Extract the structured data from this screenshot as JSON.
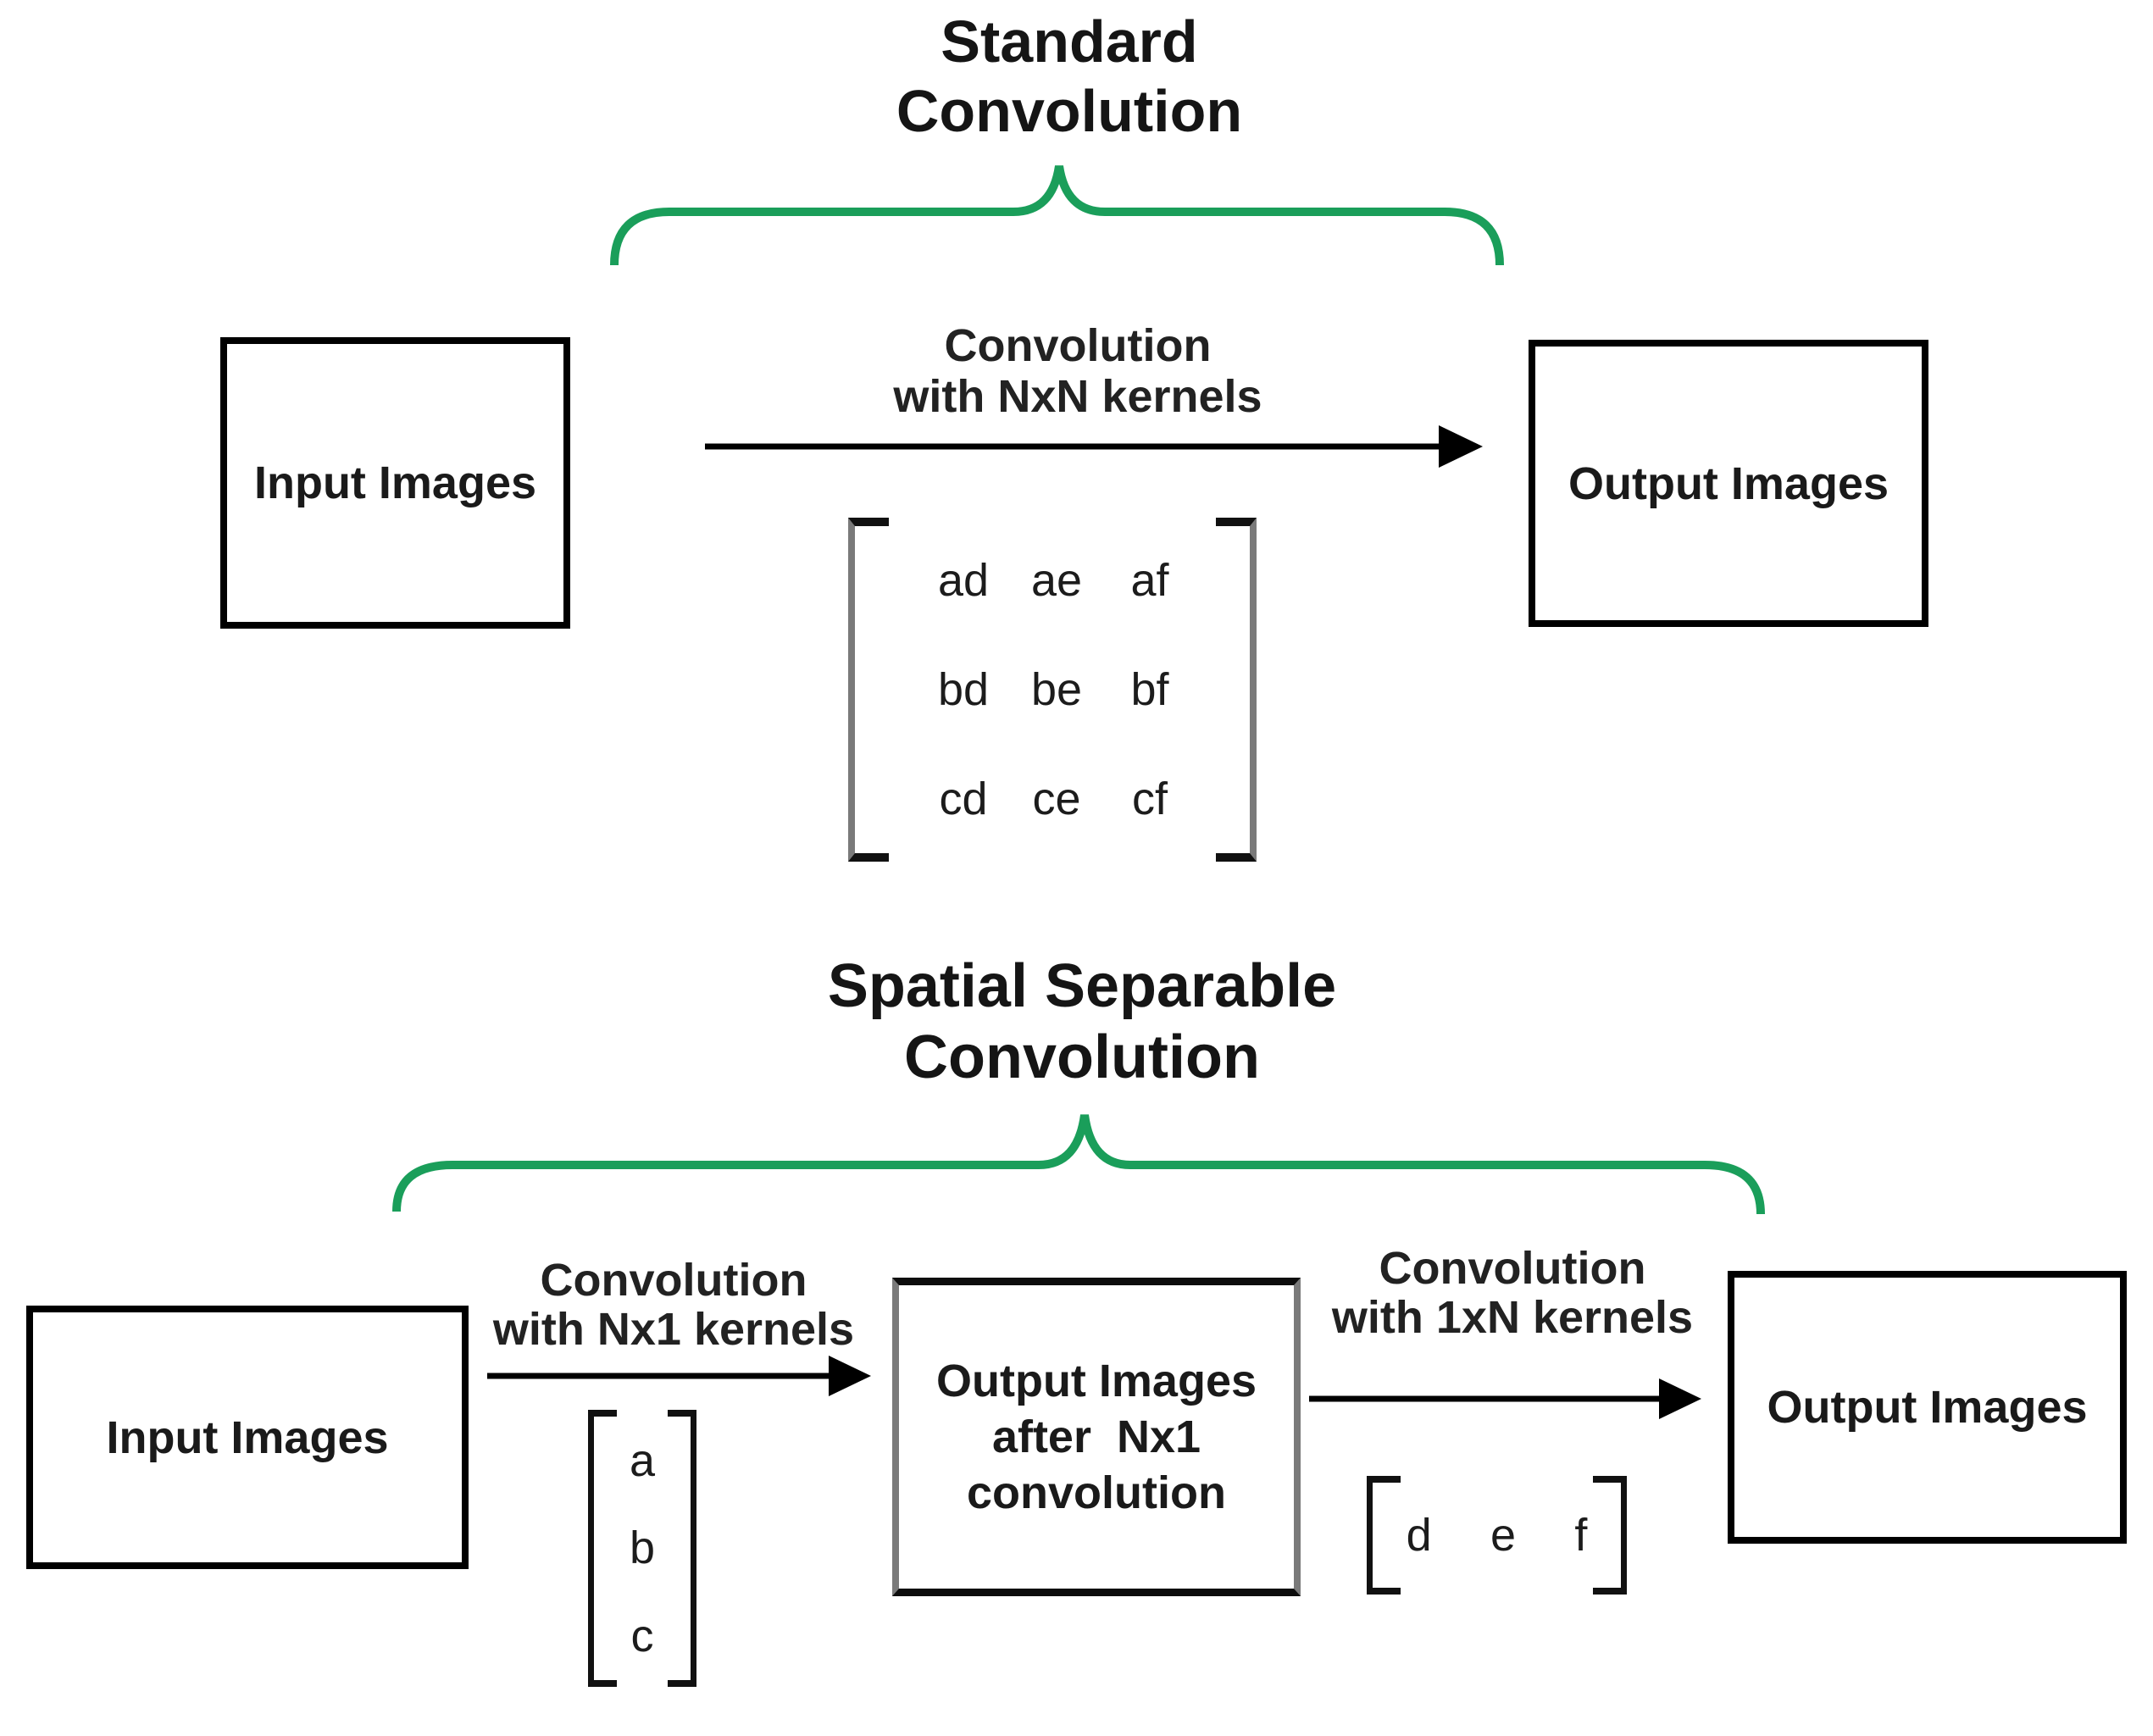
{
  "titles": {
    "standard": {
      "line1": "Standard",
      "line2": "Convolution"
    },
    "separable": {
      "line1": "Spatial Separable",
      "line2": "Convolution"
    }
  },
  "arrow_labels": {
    "nxn": {
      "line1": "Convolution",
      "line2": "with NxN kernels"
    },
    "nx1": {
      "line1": "Convolution",
      "line2": "with Nx1 kernels"
    },
    "onexn": {
      "line1": "Convolution",
      "line2": "with 1xN kernels"
    }
  },
  "boxes": {
    "std_input": "Input Images",
    "std_output": "Output Images",
    "sep_input": "Input Images",
    "sep_mid": {
      "line1": "Output Images",
      "line2": "after  Nx1",
      "line3": "convolution"
    },
    "sep_output": "Output Images"
  },
  "std_matrix": {
    "rows": [
      [
        "ad",
        "ae",
        "af"
      ],
      [
        "bd",
        "be",
        "bf"
      ],
      [
        "cd",
        "ce",
        "cf"
      ]
    ]
  },
  "nx1_kernel": {
    "cells": [
      "a",
      "b",
      "c"
    ]
  },
  "onexn_kernel": {
    "cells": [
      "d",
      "e",
      "f"
    ]
  },
  "colors": {
    "brace_green": "#1a9e5a",
    "box_border": "#000000",
    "matrix_bracket_gray": "#7a7a7a",
    "arrow_black": "#000000"
  }
}
